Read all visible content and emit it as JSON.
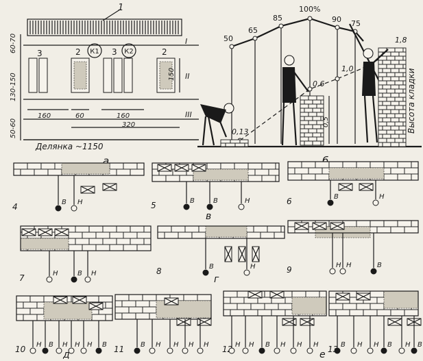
{
  "colors": {
    "paper": "#f1eee6",
    "ink": "#1a1a1a",
    "mortar": "#cfcabc"
  },
  "plan": {
    "item1": "1",
    "zones": [
      "3",
      "2",
      "3",
      "2"
    ],
    "kit1": "К1",
    "kit2": "К2",
    "zone_marks": [
      "I",
      "II",
      "III"
    ],
    "left_dims": [
      "60-70",
      "130-150",
      "50-60"
    ],
    "right_dim": "150",
    "bottom_dims": [
      "160",
      "60",
      "160"
    ],
    "total_dim": "320",
    "plot_label": "Делянка ~1150",
    "caption": "а"
  },
  "height_chart": {
    "percents": [
      "50",
      "65",
      "85",
      "100%",
      "90",
      "75"
    ],
    "markers": [
      "0,13",
      "0,6",
      "1,0",
      "1,8"
    ],
    "height_label": "0,5",
    "axis_label": "Высота кладки",
    "caption": "б"
  },
  "panels": {
    "numbers": [
      "4",
      "5",
      "6",
      "7",
      "8",
      "9",
      "10",
      "11",
      "12",
      "13"
    ],
    "captions": [
      "в",
      "г",
      "д",
      "е"
    ],
    "mason_letters": {
      "lead": "В",
      "helper": "Н"
    }
  }
}
